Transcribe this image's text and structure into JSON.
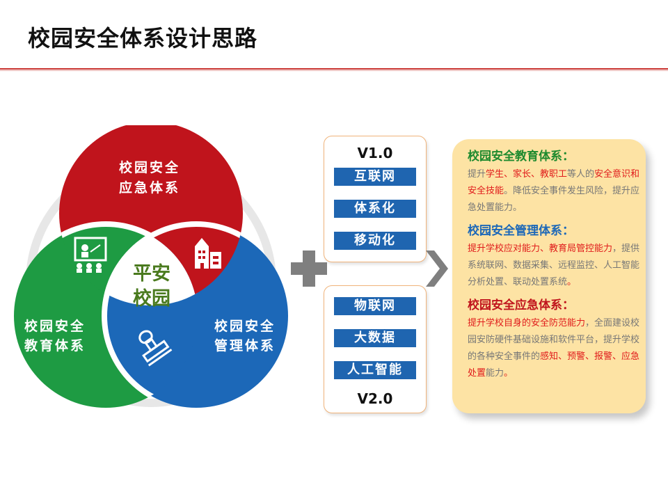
{
  "title": "校园安全体系设计思路",
  "venn": {
    "emergency": [
      "校园安全",
      "应急体系"
    ],
    "education": [
      "校园安全",
      "教育体系"
    ],
    "management": [
      "校园安全",
      "管理体系"
    ],
    "center": [
      "平安",
      "校园"
    ],
    "icons": [
      "teacher-board-icon",
      "school-building-icon",
      "stamp-icon"
    ],
    "colors": {
      "red": "#c0141c",
      "green": "#1e9b43",
      "blue": "#1c68b8",
      "center_text": "#4a7a1e"
    }
  },
  "v1": {
    "label": "V1.0",
    "tags": [
      "互联网",
      "体系化",
      "移动化"
    ]
  },
  "v2": {
    "label": "V2.0",
    "tags": [
      "物联网",
      "大数据",
      "人工智能"
    ]
  },
  "panel": {
    "edu": {
      "title": "校园安全教育体系：",
      "parts": [
        {
          "t": "提升",
          "c": "gray"
        },
        {
          "t": "学生、家长、教职工",
          "c": "red"
        },
        {
          "t": "等人的",
          "c": "gray"
        },
        {
          "t": "安全意识和安全技能",
          "c": "red"
        },
        {
          "t": "。降低安全事件发生风险，提升应急处置能力。",
          "c": "gray"
        }
      ]
    },
    "mgmt": {
      "title": "校园安全管理体系：",
      "parts": [
        {
          "t": "提升学校应对能力、教育局管控能力",
          "c": "red"
        },
        {
          "t": "，提供系统联网、数据采集、远程监控、人工智能分析处置、联动处置系统",
          "c": "gray"
        },
        {
          "t": "。",
          "c": "red"
        }
      ]
    },
    "emerg": {
      "title": "校园安全应急体系：",
      "parts": [
        {
          "t": "提升学校自身的安全防范能力",
          "c": "red"
        },
        {
          "t": "，全面建设校园安防硬件基础设施和软件平台，提升学校的各种安全事件的",
          "c": "gray"
        },
        {
          "t": "感知、预警、报警、应急处置",
          "c": "red"
        },
        {
          "t": "能力",
          "c": "gray"
        },
        {
          "t": "。",
          "c": "red"
        }
      ]
    },
    "title_colors": {
      "edu": "#1e8a2e",
      "mgmt": "#1c68b8",
      "emerg": "#c0141c"
    }
  }
}
